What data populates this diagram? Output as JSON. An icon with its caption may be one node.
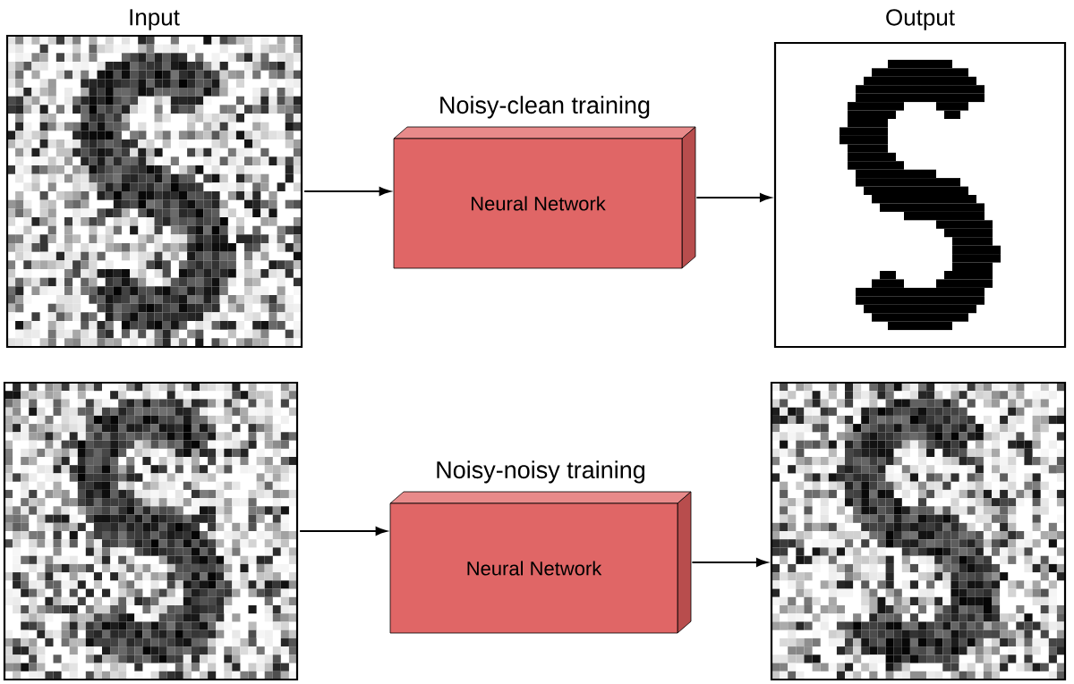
{
  "diagram": {
    "nodes": [
      {
        "text": [],
        "shape": "picture"
      },
      {
        "text": [
          "Noisy-clean training",
          "Neural Network"
        ]
      },
      {
        "text": [],
        "shape": "picture"
      },
      {
        "text": [],
        "shape": "picture"
      },
      {
        "text": [
          "Noisy-noisy training",
          "Neural Network"
        ]
      },
      {
        "text": [],
        "shape": "picture"
      }
    ],
    "edges": [
      {
        "from": 0,
        "to": 1,
        "arrow": "to"
      },
      {
        "from": 1,
        "to": 2,
        "arrow": "to"
      },
      {
        "from": 3,
        "to": 4,
        "arrow": "to"
      },
      {
        "from": 4,
        "to": 5,
        "arrow": "to"
      }
    ],
    "labels": [
      "Input",
      "Output"
    ]
  }
}
